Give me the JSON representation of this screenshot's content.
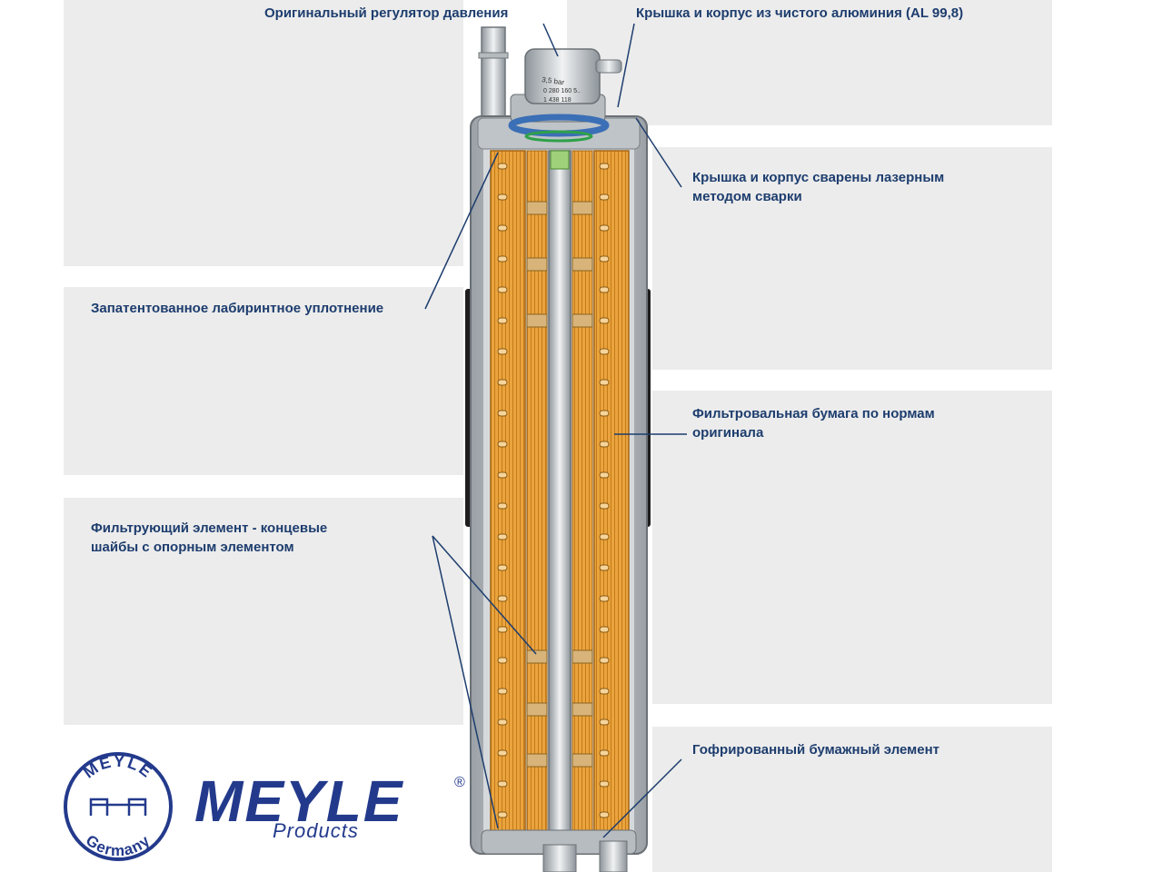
{
  "labels": {
    "pressure_regulator": "Оригинальный регулятор давления",
    "cover_material": "Крышка и корпус из чистого алюминия (AL 99,8)",
    "laser_weld_line1": "Крышка и корпус сварены лазерным",
    "laser_weld_line2": "методом сварки",
    "labyrinth_seal": "Запатентованное лабиринтное уплотнение",
    "filter_paper_line1": "Фильтровальная бумага по нормам",
    "filter_paper_line2": "оригинала",
    "end_caps_line1": "Фильтрующий элемент - концевые",
    "end_caps_line2": "шайбы с опорным элементом",
    "corrugated_element": "Гофрированный бумажный элемент"
  },
  "regulator_marking": {
    "line1": "3,5 bar",
    "line2": "0 280 160 5..",
    "line3": "1 438 118"
  },
  "logo": {
    "seal_top": "MEYLE",
    "seal_bottom": "Germany",
    "wordmark": "MEYLE",
    "subtitle": "Products",
    "registered": "®"
  },
  "colors": {
    "label_text": "#1d3d6e",
    "panel": "#ececec",
    "filter_orange": "#e9a23b",
    "housing_grey": "#c6cacd",
    "seal_blue": "#3b6fb6",
    "logo_blue": "#233a8c"
  }
}
